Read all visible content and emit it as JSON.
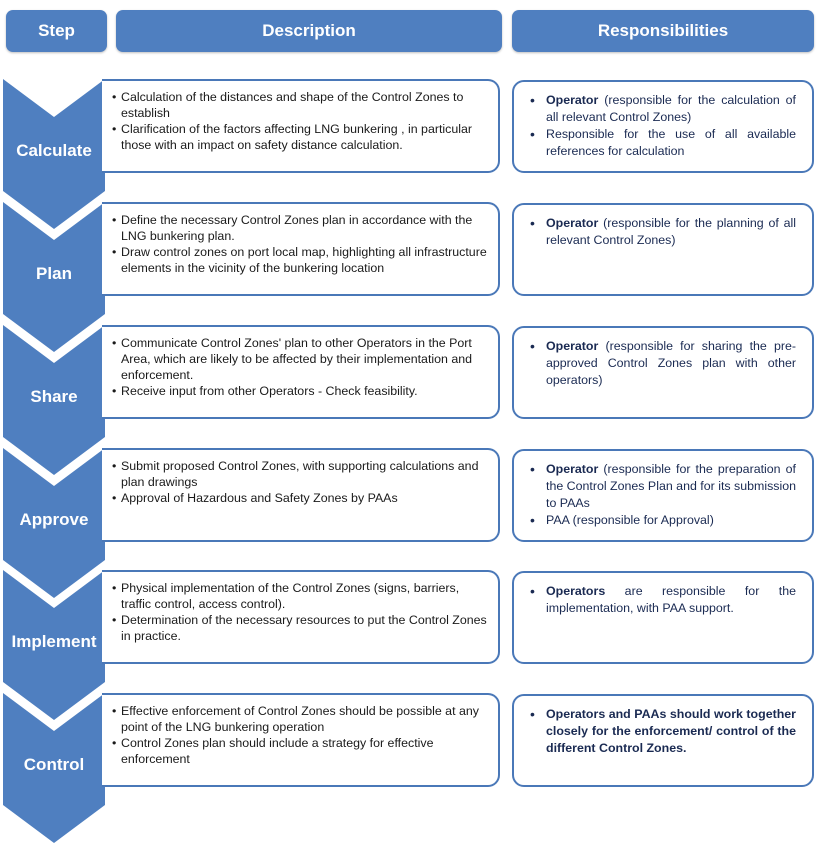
{
  "headers": {
    "step": "Step",
    "description": "Description",
    "responsibilities": "Responsibilities"
  },
  "colors": {
    "header": "#4f7fc0",
    "chevron": "#4f7fc0",
    "border": "#4a78b8"
  },
  "rows": [
    {
      "step": "Calculate",
      "description": [
        "Calculation of the distances and shape of the Control Zones to establish",
        "Clarification of the factors affecting LNG bunkering , in particular those with an impact on safety distance calculation."
      ],
      "responsibilities": [
        {
          "bold": "Operator",
          "text": " (responsible for the calculation of all relevant Control Zones)"
        },
        {
          "bold": "",
          "text": "Responsible for the use of all available references for calculation"
        }
      ]
    },
    {
      "step": "Plan",
      "description": [
        "Define the necessary Control Zones plan in accordance with the LNG bunkering plan.",
        "Draw control zones on port local map, highlighting all infrastructure elements in the vicinity of the bunkering location"
      ],
      "responsibilities": [
        {
          "bold": "Operator",
          "text": " (responsible for the planning of all relevant Control Zones)"
        }
      ]
    },
    {
      "step": "Share",
      "description": [
        "Communicate Control Zones' plan to other Operators in the Port Area, which are likely to be affected by their implementation and enforcement.",
        "Receive input from other Operators - Check feasibility."
      ],
      "responsibilities": [
        {
          "bold": "Operator",
          "text": " (responsible for sharing the pre-approved Control Zones plan with other operators)"
        }
      ]
    },
    {
      "step": "Approve",
      "description": [
        "Submit proposed Control Zones, with supporting calculations and plan drawings",
        "Approval of Hazardous and Safety Zones by PAAs"
      ],
      "responsibilities": [
        {
          "bold": "Operator",
          "text": " (responsible for the preparation of the Control Zones Plan and for its submission to PAAs"
        },
        {
          "bold": "",
          "text": "PAA (responsible for Approval)"
        }
      ]
    },
    {
      "step": "Implement",
      "description": [
        "Physical implementation of the Control Zones (signs, barriers, traffic control, access control).",
        "Determination of the necessary resources to put the Control Zones in practice."
      ],
      "responsibilities": [
        {
          "bold": "Operators",
          "text": " are responsible for the implementation, with PAA support."
        }
      ]
    },
    {
      "step": "Control",
      "description": [
        "Effective enforcement of Control Zones should be possible at any point of the LNG bunkering operation",
        "Control Zones plan should include a strategy for effective enforcement"
      ],
      "responsibilities": [
        {
          "bold": "Operators and PAAs should work together closely for the enforcement/ control of the different Control Zones.",
          "text": ""
        }
      ]
    }
  ]
}
